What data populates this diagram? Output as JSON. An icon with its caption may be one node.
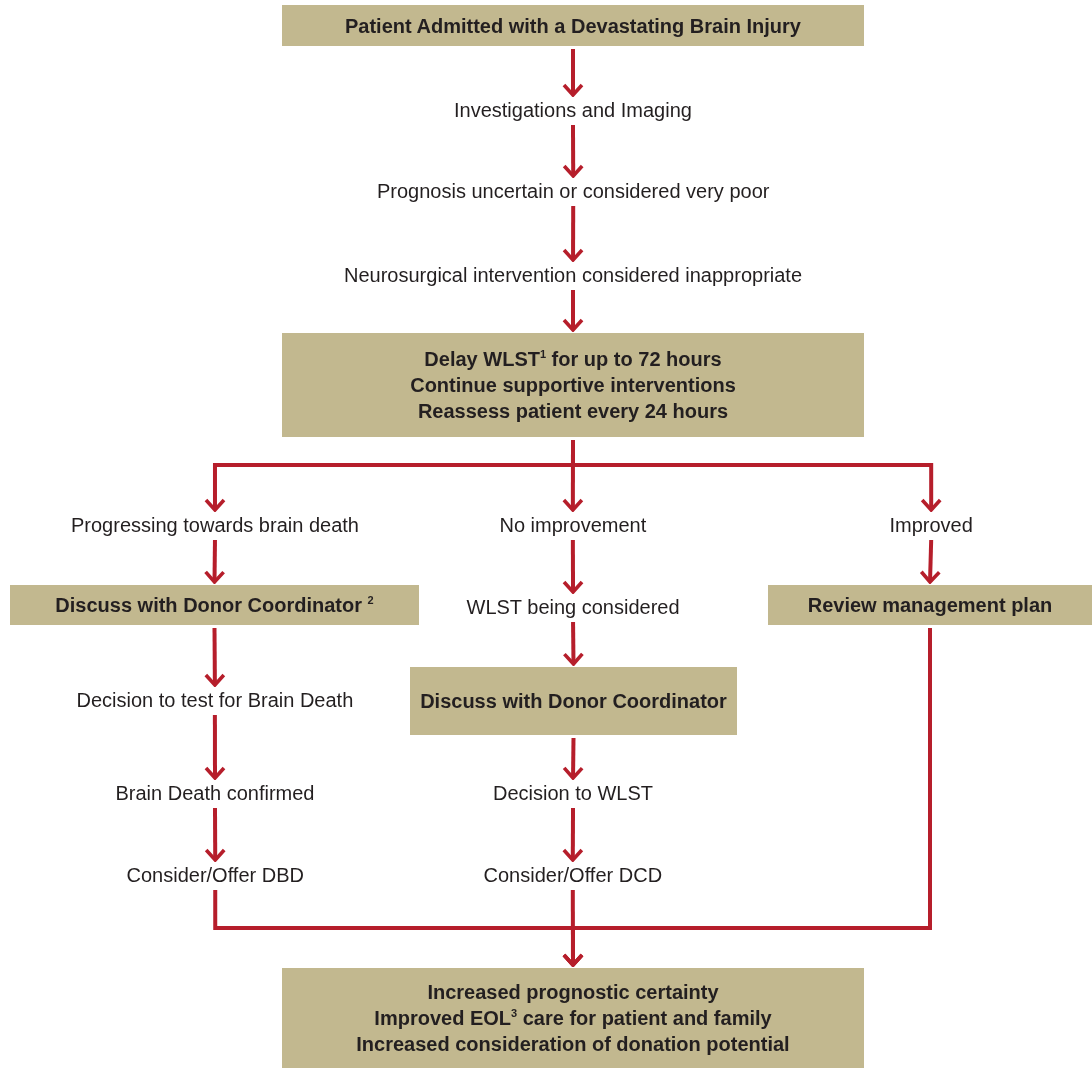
{
  "diagram": {
    "nodes": [
      {
        "text": [
          "Patient Admitted with a Devastating Brain Injury"
        ]
      },
      {
        "text": [
          "Investigations and Imaging"
        ]
      },
      {
        "text": [
          "Prognosis uncertain or considered very poor"
        ]
      },
      {
        "text": [
          "Neurosurgical intervention considered inappropriate"
        ]
      },
      {
        "text": [
          "Delay WLST$^{1}$ for up to 72 hours",
          "Continue supportive interventions",
          "Reassess patient every 24 hours"
        ]
      },
      {
        "text": [
          "Progressing towards brain death"
        ]
      },
      {
        "text": [
          "No improvement"
        ]
      },
      {
        "text": [
          "Improved"
        ]
      },
      {
        "text": [
          "Discuss with Donor Coordinator $^{2}$"
        ]
      },
      {
        "text": [
          "WLST being considered"
        ]
      },
      {
        "text": [
          "Review management plan"
        ]
      },
      {
        "text": [
          "Decision to test for Brain Death"
        ]
      },
      {
        "text": [
          "Discuss with Donor Coordinator"
        ]
      },
      {
        "text": [
          "Brain Death confirmed"
        ]
      },
      {
        "text": [
          "Decision to WLST"
        ]
      },
      {
        "text": [
          "Consider/Offer DBD"
        ]
      },
      {
        "text": [
          "Consider/Offer DCD"
        ]
      },
      {
        "text": [
          "Increased prognostic certainty",
          "Improved EOL$^{3}$ care for patient and family",
          "Increased consideration of donation potential"
        ]
      }
    ],
    "edges": [
      {
        "from": 0,
        "to": 1,
        "arrow": "to"
      },
      {
        "from": 1,
        "to": 2,
        "arrow": "to"
      },
      {
        "from": 2,
        "to": 3,
        "arrow": "to"
      },
      {
        "from": 3,
        "to": 4,
        "arrow": "to"
      },
      {
        "from": 4,
        "to": 5,
        "arrow": "to"
      },
      {
        "from": 4,
        "to": 6,
        "arrow": "to"
      },
      {
        "from": 4,
        "to": 7,
        "arrow": "to"
      },
      {
        "from": 5,
        "to": 8,
        "arrow": "to"
      },
      {
        "from": 6,
        "to": 9,
        "arrow": "to"
      },
      {
        "from": 7,
        "to": 10,
        "arrow": "to"
      },
      {
        "from": 8,
        "to": 11,
        "arrow": "to"
      },
      {
        "from": 9,
        "to": 12,
        "arrow": "to"
      },
      {
        "from": 11,
        "to": 13,
        "arrow": "to"
      },
      {
        "from": 12,
        "to": 14,
        "arrow": "to"
      },
      {
        "from": 13,
        "to": 15,
        "arrow": "to"
      },
      {
        "from": 14,
        "to": 16,
        "arrow": "to"
      },
      {
        "from": 15,
        "to": 17,
        "arrow": "to"
      },
      {
        "from": 16,
        "to": 17,
        "arrow": "to"
      },
      {
        "from": 10,
        "to": 17,
        "arrow": "to"
      }
    ]
  }
}
